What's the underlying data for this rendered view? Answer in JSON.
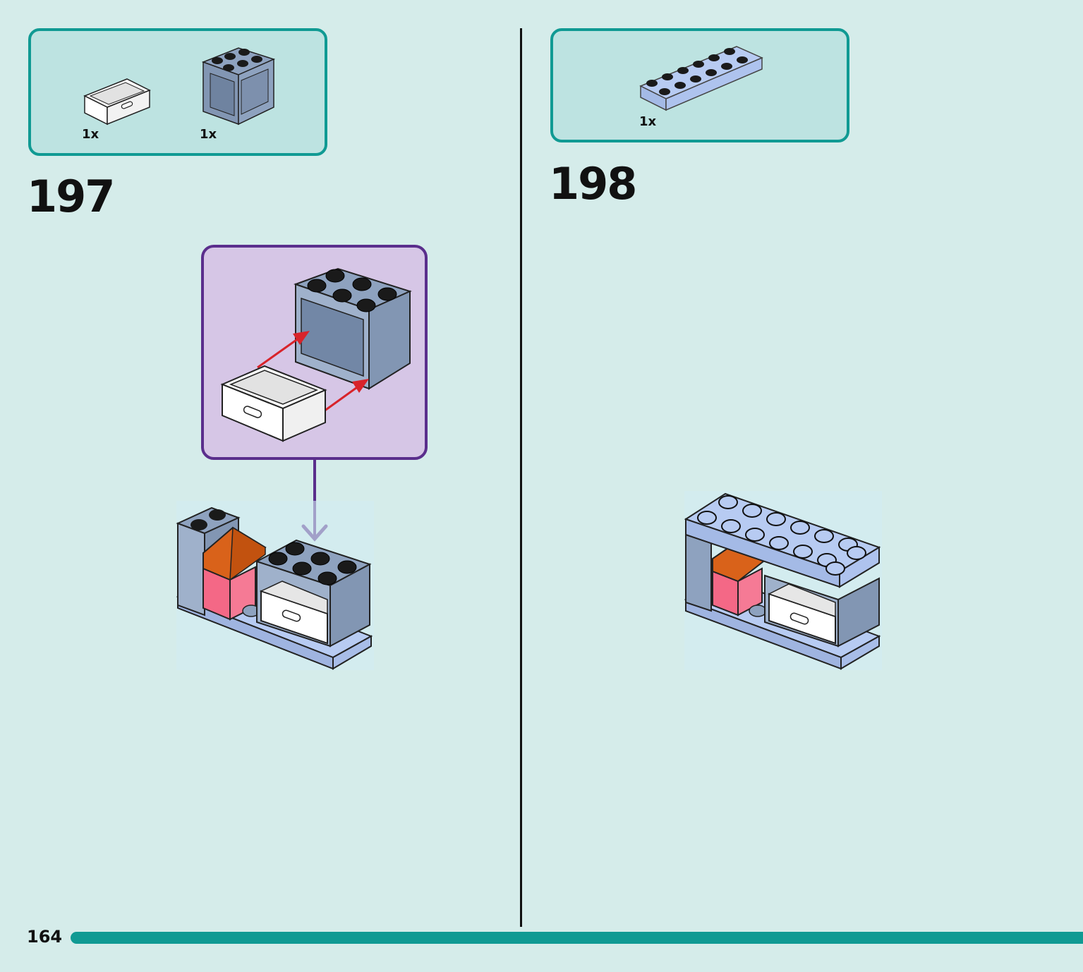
{
  "steps": [
    {
      "number": "197",
      "parts": [
        {
          "name": "white-drawer",
          "quantity": "1x"
        },
        {
          "name": "sand-blue-cupboard-2x3x2",
          "quantity": "1x"
        }
      ]
    },
    {
      "number": "198",
      "parts": [
        {
          "name": "light-blue-plate-2x6",
          "quantity": "1x"
        }
      ]
    }
  ],
  "page": {
    "number": "164"
  },
  "colors": {
    "background": "#d5ecea",
    "parts_box_border": "#109a93",
    "parts_box_fill": "#bde3e1",
    "callout_border": "#5a2e8c",
    "callout_fill": "#d6c6e6",
    "arrow_red": "#d8232a",
    "arrow_purple": "#5a2e8c",
    "progress_bar": "#109a93",
    "sand_blue": "#8ea2bf",
    "light_blue": "#b7cbf2",
    "orange": "#d9621a",
    "pink": "#f46886",
    "black_stud": "#1a1a1a"
  }
}
